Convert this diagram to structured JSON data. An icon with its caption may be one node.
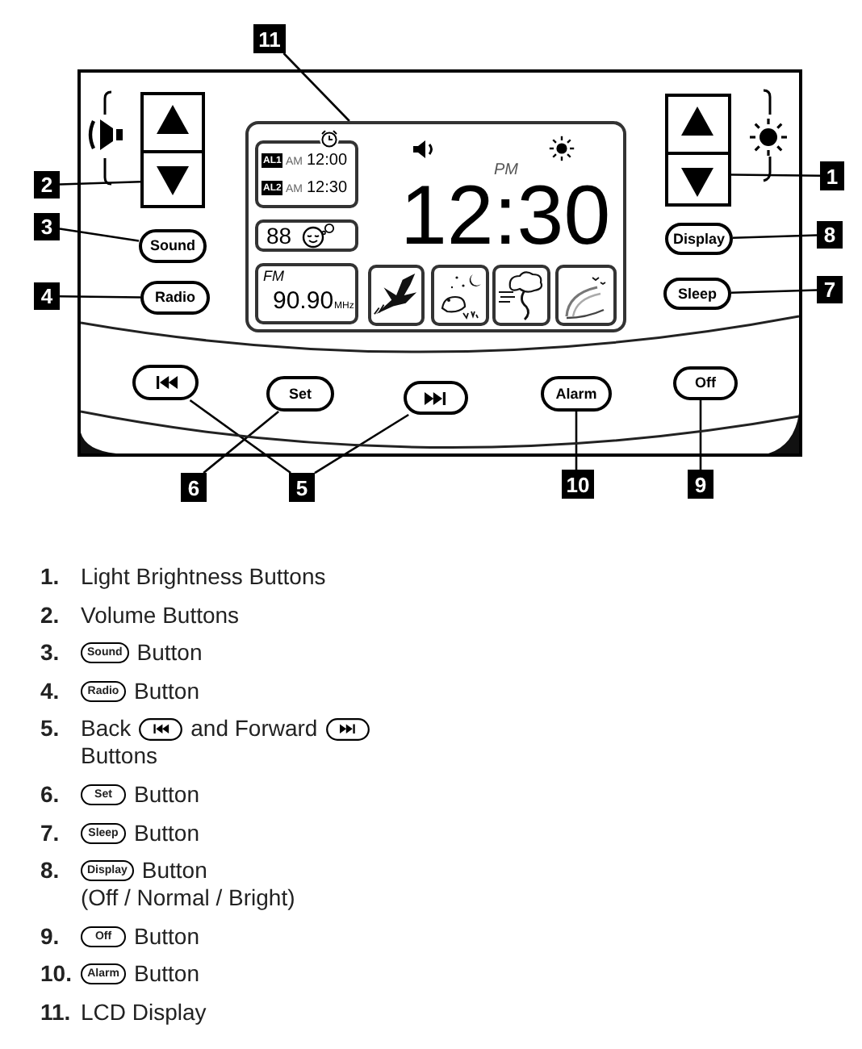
{
  "diagram": {
    "nodes": [
      {
        "text": [
          "11"
        ]
      },
      {
        "text": [],
        "shape": "box"
      },
      {
        "text": [
          "PM",
          "12:30"
        ],
        "in": 1
      },
      {
        "text": [
          "AL1",
          "AM",
          "12:00",
          "AL2",
          "AM",
          "12:30"
        ],
        "in": 2
      },
      {
        "text": [
          "88"
        ],
        "in": 2
      },
      {
        "text": [
          "FM",
          "90.90",
          "MHz"
        ],
        "in": 2
      },
      {
        "text": [],
        "shape": "picture",
        "in": 2
      },
      {
        "text": [],
        "shape": "picture",
        "in": 2
      },
      {
        "text": [],
        "shape": "picture",
        "in": 2
      },
      {
        "text": [],
        "shape": "picture",
        "in": 2
      },
      {
        "text": [],
        "shape": "box",
        "in": 1
      },
      {
        "text": [],
        "shape": "box",
        "in": 1
      },
      {
        "text": [
          "2"
        ]
      },
      {
        "text": [
          "1"
        ]
      },
      {
        "text": [
          "3"
        ]
      },
      {
        "text": [
          "Sound"
        ],
        "in": 1
      },
      {
        "text": [
          "Display"
        ],
        "in": 1
      },
      {
        "text": [
          "8"
        ]
      },
      {
        "text": [
          "4"
        ]
      },
      {
        "text": [
          "Radio"
        ],
        "in": 1
      },
      {
        "text": [
          "Sleep"
        ],
        "in": 1
      },
      {
        "text": [
          "7"
        ]
      },
      {
        "text": [],
        "shape": "pill",
        "in": 1
      },
      {
        "text": [
          "Set"
        ],
        "in": 1
      },
      {
        "text": [],
        "shape": "pill",
        "in": 1
      },
      {
        "text": [
          "Alarm"
        ],
        "in": 1
      },
      {
        "text": [
          "Off"
        ],
        "in": 1
      },
      {
        "text": [
          "6"
        ]
      },
      {
        "text": [
          "5"
        ]
      },
      {
        "text": [
          "10"
        ]
      },
      {
        "text": [
          "9"
        ]
      }
    ],
    "edges": [
      {
        "from": 0,
        "to": 2,
        "arrow": "none"
      },
      {
        "from": 12,
        "to": 10,
        "arrow": "none"
      },
      {
        "from": 13,
        "to": 11,
        "arrow": "none"
      },
      {
        "from": 14,
        "to": 15,
        "arrow": "none"
      },
      {
        "from": 17,
        "to": 16,
        "arrow": "none"
      },
      {
        "from": 18,
        "to": 19,
        "arrow": "none"
      },
      {
        "from": 21,
        "to": 20,
        "arrow": "none"
      },
      {
        "from": 27,
        "to": 23,
        "arrow": "none"
      },
      {
        "from": 28,
        "to": 22,
        "arrow": "none"
      },
      {
        "from": 28,
        "to": 24,
        "arrow": "none"
      },
      {
        "from": 29,
        "to": 25,
        "arrow": "none"
      },
      {
        "from": 30,
        "to": 26,
        "arrow": "none"
      }
    ],
    "labels": [
      "1.",
      "Light Brightness Buttons",
      "2.",
      "Volume Buttons",
      "3.",
      "Sound",
      "Button",
      "4.",
      "Radio",
      "Button",
      "5.",
      "Back",
      "and Forward",
      "Buttons",
      "6.",
      "Set",
      "Button",
      "7.",
      "Sleep",
      "Button",
      "8.",
      "Display",
      "Button",
      "(Off / Normal / Bright)",
      "9.",
      "Off",
      "Button",
      "10.",
      "Alarm",
      "Button",
      "11.",
      "LCD Display"
    ]
  }
}
